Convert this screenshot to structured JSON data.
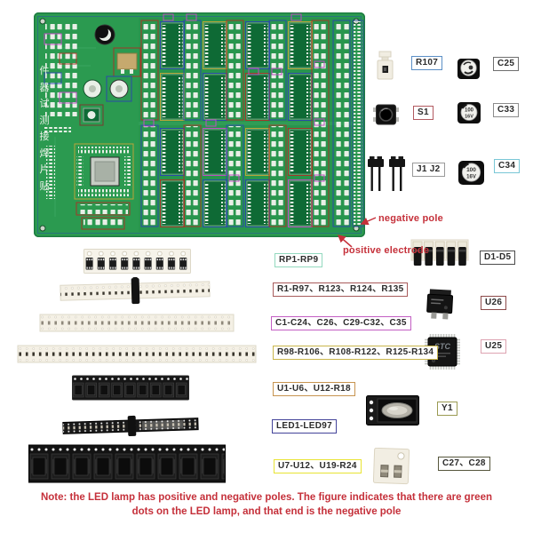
{
  "pcb": {
    "vertical_silkscreen_text": "件器试测接焊片贴"
  },
  "callouts": {
    "negative_pole": "negative pole",
    "positive_electrode": "positive electrode"
  },
  "labels": {
    "r107": {
      "text": "R107",
      "border": "#5b8fc6"
    },
    "s1": {
      "text": "S1",
      "border": "#b25a60"
    },
    "j1_j2": {
      "text": "J1 J2",
      "border": "#9a9a9a"
    },
    "c25": {
      "text": "C25",
      "border": "#6f6f6f"
    },
    "c33": {
      "text": "C33",
      "border": "#8c8c8c"
    },
    "c34": {
      "text": "C34",
      "border": "#79c7d6"
    },
    "rp1_rp9": {
      "text": "RP1-RP9",
      "border": "#93d9bf"
    },
    "r1_group": {
      "text": "R1-R97、R123、R124、R135",
      "border": "#a85b5b"
    },
    "c1_group": {
      "text": "C1-C24、C26、C29-C32、C35",
      "border": "#c35ec3"
    },
    "r98_group": {
      "text": "R98-R106、R108-R122、R125-R134",
      "border": "#c9b64b"
    },
    "u1_group": {
      "text": "U1-U6、U12-R18",
      "border": "#c79450"
    },
    "led_group": {
      "text": "LED1-LED97",
      "border": "#43439a"
    },
    "u7_group": {
      "text": "U7-U12、U19-R24",
      "border": "#e8e433"
    },
    "d1_d5": {
      "text": "D1-D5",
      "border": "#4a4a4a"
    },
    "u26": {
      "text": "U26",
      "border": "#8c4a4a"
    },
    "u25": {
      "text": "U25",
      "border": "#dda3b1"
    },
    "y1": {
      "text": "Y1",
      "border": "#9a9a52"
    },
    "c27_c28": {
      "text": "C27、C28",
      "border": "#56563c"
    }
  },
  "markings": {
    "u25": "STC",
    "c33": [
      "100",
      "16V"
    ],
    "c34": [
      "100",
      "16V"
    ]
  },
  "note": {
    "line1": "Note: the LED lamp has positive and negative poles. The figure indicates that there are green",
    "line2": "dots on the LED lamp, and that end is the negative pole"
  },
  "colors": {
    "annotation_red": "#c5303a",
    "pcb_green": "#2b9a50"
  }
}
